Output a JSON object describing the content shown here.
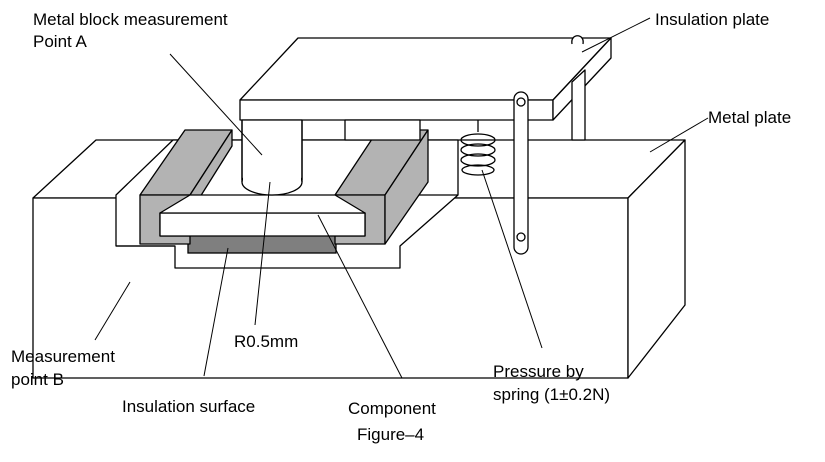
{
  "labels": {
    "point_a_line1": "Metal block measurement",
    "point_a_line2": "Point A",
    "insulation_plate": "Insulation plate",
    "metal_plate": "Metal plate",
    "point_b_line1": "Measurement",
    "point_b_line2": "point B",
    "radius": "R0.5mm",
    "insulation_surface": "Insulation surface",
    "component": "Component",
    "pressure_line1": "Pressure by",
    "pressure_line2": "spring (1±0.2N)"
  },
  "caption": "Figure–4"
}
